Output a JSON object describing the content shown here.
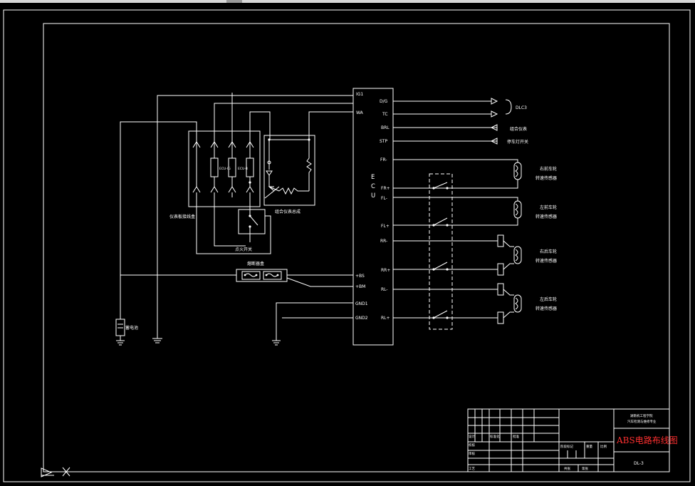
{
  "ecu": {
    "vertical_label": [
      "E",
      "C",
      "U"
    ],
    "left_pins": [
      "IG1",
      "WA",
      "+BS",
      "+BM",
      "GND1",
      "GND2"
    ],
    "right_pins": [
      "D/G",
      "TC",
      "BRL",
      "STP",
      "FR-",
      "FR+",
      "FL-",
      "FL+",
      "RR-",
      "RR+",
      "RL-",
      "RL+"
    ]
  },
  "components": {
    "fuse_box_dash": "仪表板接线盒",
    "ignition_switch": "点火开关",
    "fuse_box": "熔断器盒",
    "battery": "蓄电池",
    "combination_meter": "组合仪表总成",
    "fuse_labels": [
      "ECU-IG",
      "ECU-B"
    ]
  },
  "outputs": {
    "dlc": "DLC3",
    "combination_meter": "组合仪表",
    "stop_lamp_switch": "停车灯开关"
  },
  "sensors": [
    {
      "line1": "右前车轮",
      "line2": "转速传感器"
    },
    {
      "line1": "左前车轮",
      "line2": "转速传感器"
    },
    {
      "line1": "右后车轮",
      "line2": "转速传感器"
    },
    {
      "line1": "左后车轮",
      "line2": "转速传感器"
    }
  ],
  "title_block": {
    "school_line1": "湖南机工程学院",
    "school_line2": "汽车检测与维修专业",
    "drawing_title": "ABS电路布线图",
    "drawing_number": "DL-3",
    "labels": [
      "设计",
      "校核",
      "审核",
      "工艺",
      "标准化",
      "批准",
      "阶段标记",
      "重量",
      "比例",
      "共张",
      "第张"
    ]
  }
}
